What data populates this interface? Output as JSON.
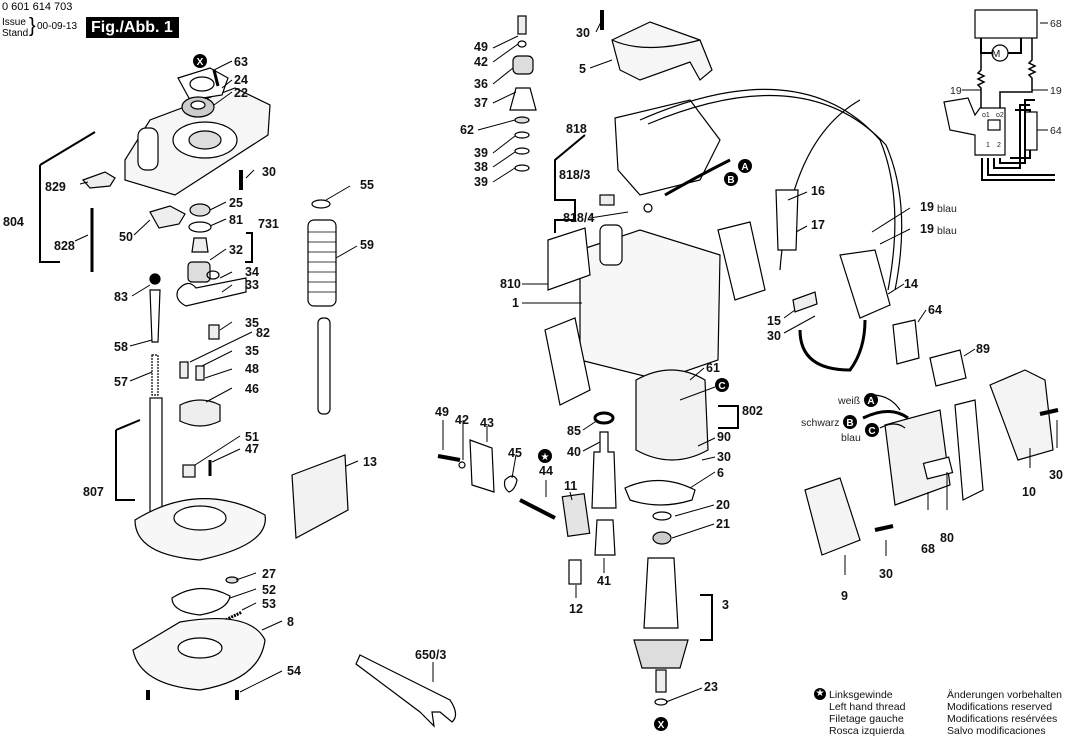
{
  "header": {
    "part_number": "0 601 614 703",
    "issue_label": "Issue",
    "stand_label": "Stand",
    "issue_date": "00-09-13",
    "figure_label": "Fig./Abb. 1"
  },
  "callouts": {
    "l63": "63",
    "l24": "24",
    "l22": "22",
    "l829": "829",
    "l804": "804",
    "l828": "828",
    "l30a": "30",
    "l25": "25",
    "l81": "81",
    "l731": "731",
    "l32": "32",
    "l50": "50",
    "l34": "34",
    "l33": "33",
    "l83": "83",
    "l58": "58",
    "l35a": "35",
    "l82": "82",
    "l35b": "35",
    "l48": "48",
    "l46": "46",
    "l57": "57",
    "l51": "51",
    "l47": "47",
    "l807": "807",
    "l27": "27",
    "l52": "52",
    "l53": "53",
    "l8": "8",
    "l54": "54",
    "l55": "55",
    "l59": "59",
    "l13": "13",
    "l650_3": "650/3",
    "l49a": "49",
    "l42a": "42",
    "l36": "36",
    "l37": "37",
    "l62": "62",
    "l39a": "39",
    "l38": "38",
    "l39b": "39",
    "l30b": "30",
    "l5": "5",
    "l818": "818",
    "l818_3": "818/3",
    "l818_4": "818/4",
    "l810": "810",
    "l1": "1",
    "l61": "61",
    "l802": "802",
    "l90": "90",
    "l30c": "30",
    "l6": "6",
    "l85": "85",
    "l40": "40",
    "l49b": "49",
    "l42b": "42",
    "l43": "43",
    "l45": "45",
    "l44": "44",
    "l11": "11",
    "l41": "41",
    "l12": "12",
    "l20": "20",
    "l21": "21",
    "l3": "3",
    "l23": "23",
    "l16": "16",
    "l17": "17",
    "l19a": "19",
    "l19b": "19",
    "blau": "blau",
    "l14": "14",
    "l15": "15",
    "l30d": "30",
    "l64": "64",
    "l89": "89",
    "weiss": "weiß",
    "schwarz": "schwarz",
    "blau2": "blau",
    "l30e": "30",
    "l10": "10",
    "l68": "68",
    "l80": "80",
    "l30f": "30",
    "l9": "9",
    "w68": "68",
    "w19a": "19",
    "w19b": "19",
    "w64": "64",
    "wM": "M",
    "w_o1": "o1",
    "w_o2": "o2",
    "w_1": "1",
    "w_2": "2"
  },
  "markers": {
    "A": "A",
    "B": "B",
    "C": "C",
    "X": "X"
  },
  "legend": {
    "left_title": "Linksgewinde",
    "left_lines": [
      "Linksgewinde",
      "Left hand thread",
      "Filetage gauche",
      "Rosca izquierda"
    ],
    "right_lines": [
      "Änderungen vorbehalten",
      "Modifications reserved",
      "Modifications resérvées",
      "Salvo modificaciones"
    ]
  }
}
